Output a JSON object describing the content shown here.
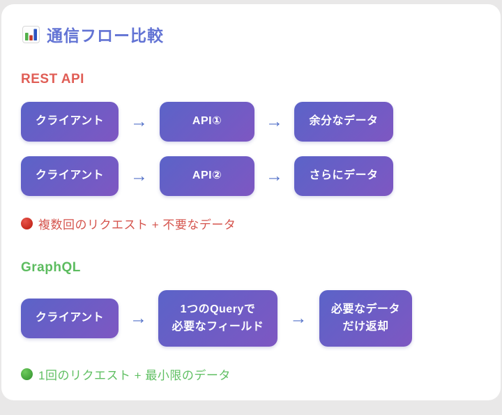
{
  "header": {
    "title": "通信フロー比較",
    "icon": "bar-chart"
  },
  "arrow_glyph": "→",
  "colors": {
    "card_bg": "#ffffff",
    "page_bg": "#e9e8e8",
    "title_blue": "#6273d4",
    "node_gradient_start": "#5b63c8",
    "node_gradient_end": "#7e57c2",
    "arrow_blue": "#5472c9",
    "rest_red": "#e05d55",
    "graphql_green": "#5cbc5f"
  },
  "sections": [
    {
      "heading": "REST API",
      "rows": [
        {
          "boxes": [
            {
              "lines": [
                "クライアント"
              ]
            },
            {
              "lines": [
                "API①"
              ]
            },
            {
              "lines": [
                "余分なデータ"
              ]
            }
          ]
        },
        {
          "boxes": [
            {
              "lines": [
                "クライアント"
              ]
            },
            {
              "lines": [
                "API②"
              ]
            },
            {
              "lines": [
                "さらにデータ"
              ]
            }
          ]
        }
      ],
      "note": {
        "bullet": "red-circle",
        "text": "複数回のリクエスト + 不要なデータ"
      }
    },
    {
      "heading": "GraphQL",
      "rows": [
        {
          "boxes": [
            {
              "lines": [
                "クライアント"
              ]
            },
            {
              "lines": [
                "1つのQueryで",
                "必要なフィールド"
              ]
            },
            {
              "lines": [
                "必要なデータ",
                "だけ返却"
              ]
            }
          ]
        }
      ],
      "note": {
        "bullet": "green-circle",
        "text": "1回のリクエスト + 最小限のデータ"
      }
    }
  ]
}
